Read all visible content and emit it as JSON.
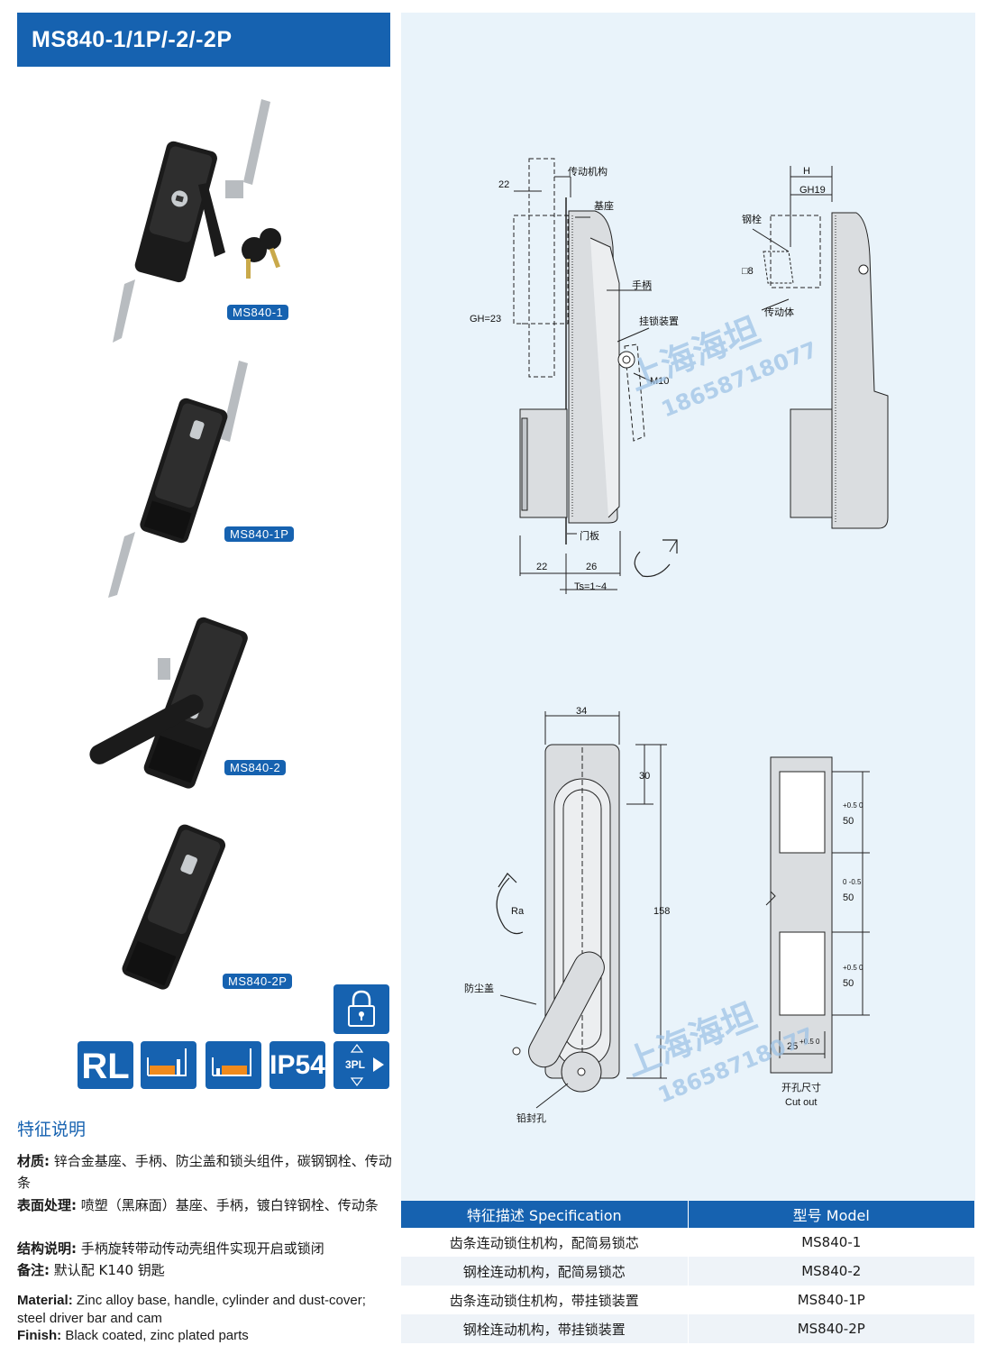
{
  "header": {
    "title": "MS840-1/1P/-2/-2P"
  },
  "products": [
    {
      "tag": "MS840-1"
    },
    {
      "tag": "MS840-1P"
    },
    {
      "tag": "MS840-2"
    },
    {
      "tag": "MS840-2P"
    }
  ],
  "icons": {
    "rl": "RL",
    "ip": "IP54",
    "pl": "3PL",
    "lock": "lock-icon"
  },
  "drawing": {
    "side": {
      "dim_22_top": "22",
      "mechanism": "传动机构",
      "base": "基座",
      "handle": "手柄",
      "gh": "GH=23",
      "padlock": "挂锁装置",
      "m10": "M10",
      "door": "门板",
      "dim_22_bottom": "22",
      "dim_26": "26",
      "ts": "Ts=1~4"
    },
    "side2": {
      "h": "H",
      "gh19": "GH19",
      "bolt": "钢栓",
      "sq8": "□8",
      "driver": "传动体"
    },
    "front": {
      "w34": "34",
      "d30": "30",
      "d158": "158",
      "ra": "Ra",
      "cover": "防尘盖",
      "seal": "铅封孔"
    },
    "cutout": {
      "d50a": "50",
      "tol_a": "+0.5 0",
      "d50b": "50",
      "tol_b": "0 -0.5",
      "d50c": "50",
      "tol_c": "+0.5 0",
      "d25": "25",
      "tol_d": "+0.5 0",
      "caption_cn": "开孔尺寸",
      "caption_en": "Cut out"
    },
    "watermark": {
      "brand": "上海海坦",
      "phone": "18658718077"
    }
  },
  "features": {
    "title": "特征说明",
    "material_label": "材质:",
    "material": "锌合金基座、手柄、防尘盖和锁头组件，碳钢钢栓、传动条",
    "surface_label": "表面处理:",
    "surface": "喷塑（黑麻面）基座、手柄，镀白锌钢栓、传动条",
    "structure_label": "结构说明:",
    "structure": "手柄旋转带动传动壳组件实现开启或锁闭",
    "note_label": "备注:",
    "note": "默认配 K140 钥匙",
    "material_en_label": "Material:",
    "material_en": "Zinc alloy base, handle, cylinder and dust-cover; steel driver bar and cam",
    "finish_en_label": "Finish:",
    "finish_en": "Black coated, zinc plated parts"
  },
  "table": {
    "headers": [
      "特征描述 Specification",
      "型号 Model"
    ],
    "rows": [
      [
        "齿条连动锁住机构，配简易锁芯",
        "MS840-1"
      ],
      [
        "钢栓连动机构，配简易锁芯",
        "MS840-2"
      ],
      [
        "齿条连动锁住机构，带挂锁装置",
        "MS840-1P"
      ],
      [
        "钢栓连动机构，带挂锁装置",
        "MS840-2P"
      ]
    ]
  }
}
